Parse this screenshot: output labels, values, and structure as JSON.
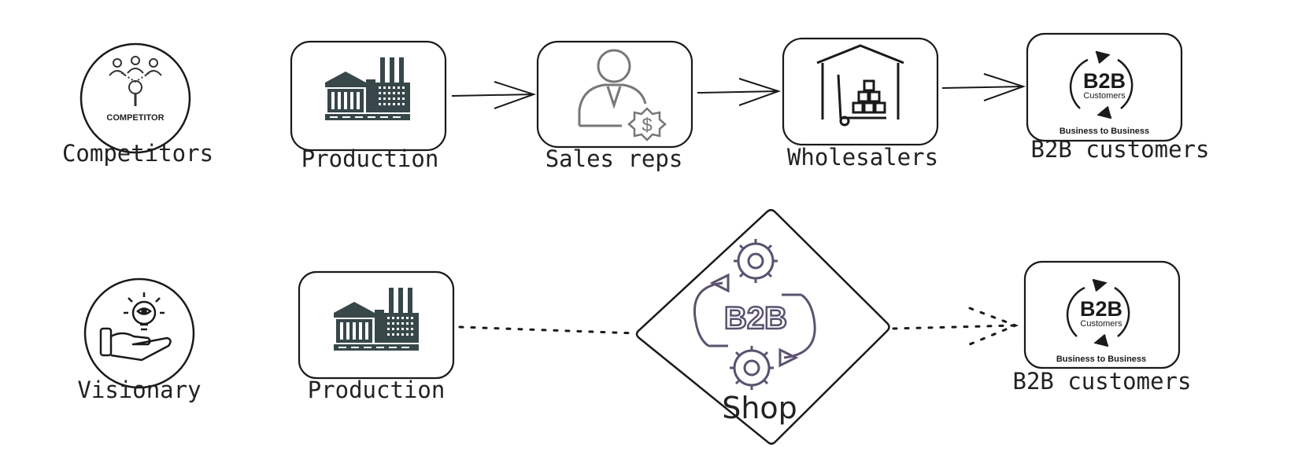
{
  "top_row": {
    "competitors": {
      "label": "Competitors",
      "badge_text": "COMPETITOR"
    },
    "production": {
      "label": "Production"
    },
    "sales_reps": {
      "label": "Sales reps",
      "currency_symbol": "$"
    },
    "wholesalers": {
      "label": "Wholesalers"
    },
    "b2b_customers": {
      "label": "B2B customers",
      "logo_title": "B2B",
      "logo_sub": "Customers",
      "logo_caption": "Business to Business"
    }
  },
  "bottom_row": {
    "visionary": {
      "label": "Visionary"
    },
    "production": {
      "label": "Production"
    },
    "shop": {
      "label": "Shop",
      "logo_title": "B2B"
    },
    "b2b_customers": {
      "label": "B2B customers",
      "logo_title": "B2B",
      "logo_sub": "Customers",
      "logo_caption": "Business to Business"
    }
  },
  "colors": {
    "icon": "#37474a",
    "stroke": "#1a1a1a",
    "shop_logo": "#5a5270"
  }
}
